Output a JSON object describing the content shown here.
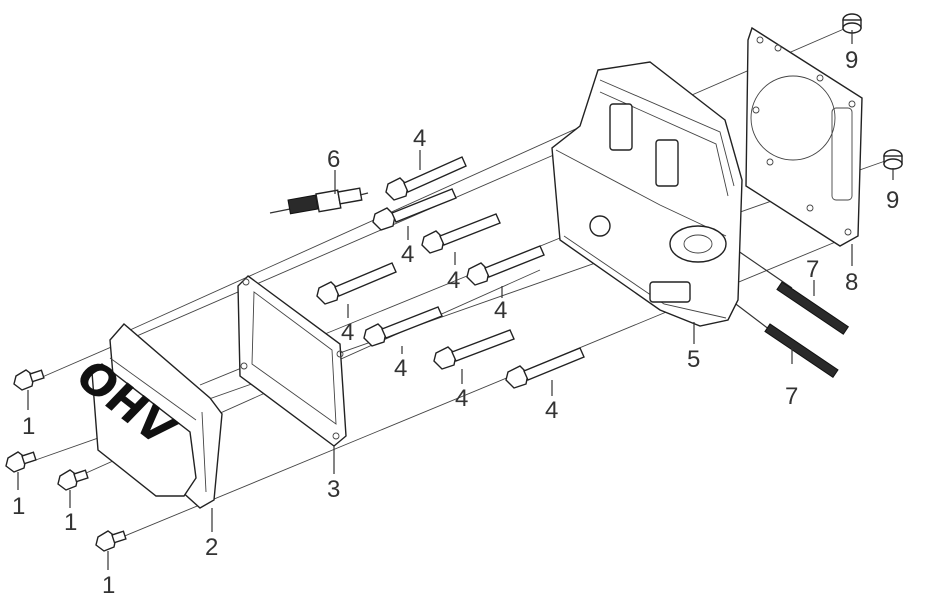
{
  "diagram": {
    "cover_logo": "OHV",
    "callouts": [
      {
        "id": "c1a",
        "label": "1"
      },
      {
        "id": "c1b",
        "label": "1"
      },
      {
        "id": "c1c",
        "label": "1"
      },
      {
        "id": "c1d",
        "label": "1"
      },
      {
        "id": "c2",
        "label": "2"
      },
      {
        "id": "c3",
        "label": "3"
      },
      {
        "id": "c4a",
        "label": "4"
      },
      {
        "id": "c4b",
        "label": "4"
      },
      {
        "id": "c4c",
        "label": "4"
      },
      {
        "id": "c4d",
        "label": "4"
      },
      {
        "id": "c4e",
        "label": "4"
      },
      {
        "id": "c4f",
        "label": "4"
      },
      {
        "id": "c4g",
        "label": "4"
      },
      {
        "id": "c4h",
        "label": "4"
      },
      {
        "id": "c5",
        "label": "5"
      },
      {
        "id": "c6",
        "label": "6"
      },
      {
        "id": "c7a",
        "label": "7"
      },
      {
        "id": "c7b",
        "label": "7"
      },
      {
        "id": "c8",
        "label": "8"
      },
      {
        "id": "c9a",
        "label": "9"
      },
      {
        "id": "c9b",
        "label": "9"
      }
    ]
  }
}
